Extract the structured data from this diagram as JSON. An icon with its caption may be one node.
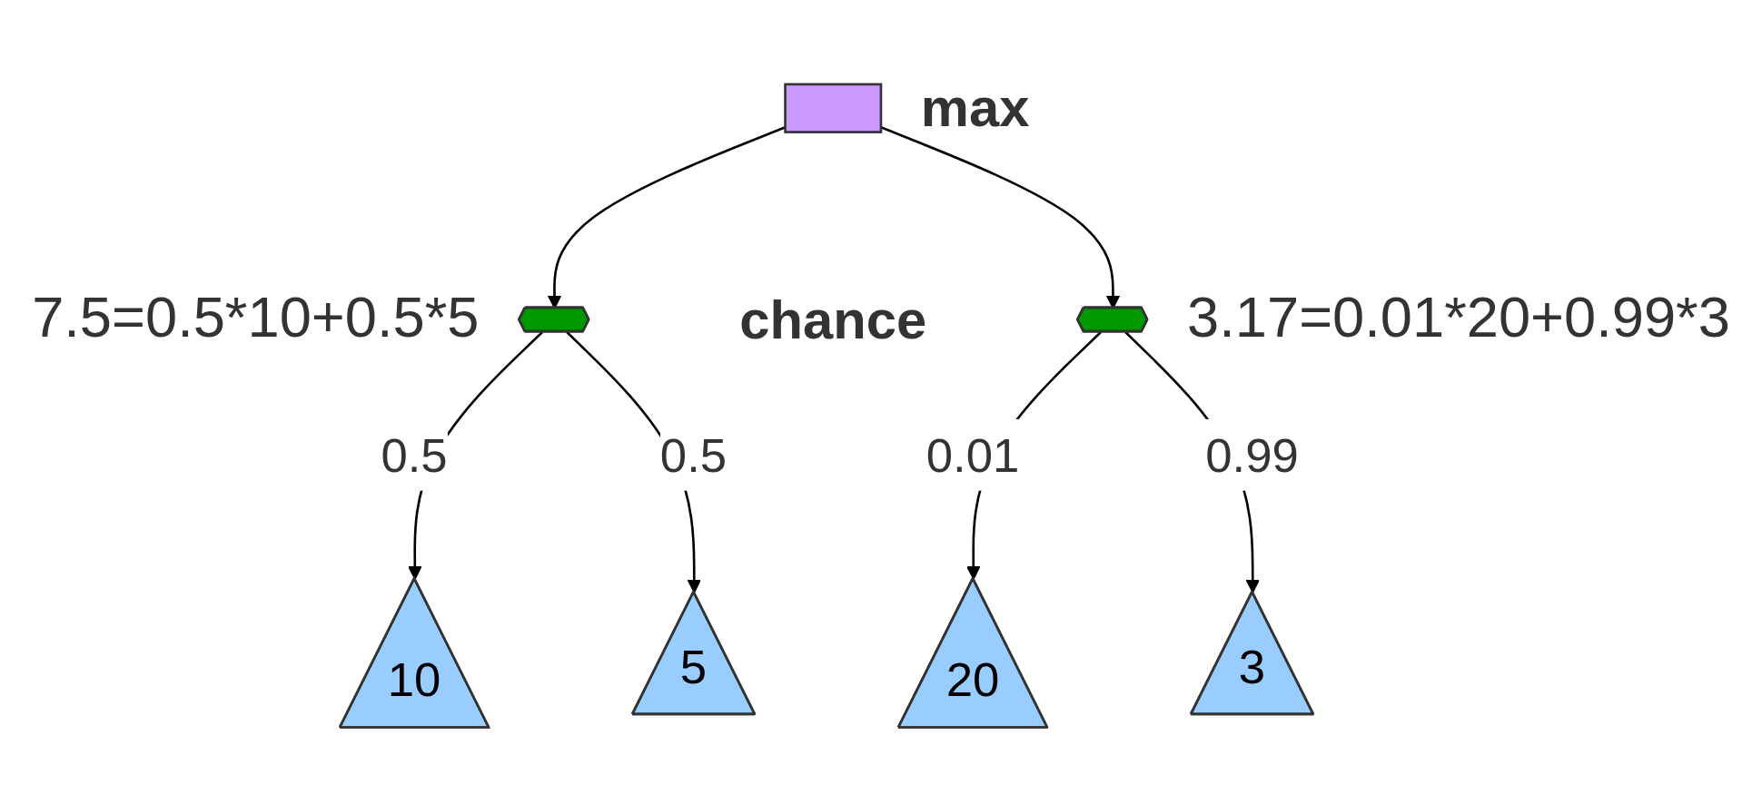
{
  "diagram": {
    "nodes": [
      {
        "text": [],
        "shape": "box",
        "beside": [
          "max"
        ]
      },
      {
        "text": [],
        "shape": "pentagon",
        "beside": [
          "7.5=0.5*10+0.5*5"
        ]
      },
      {
        "text": [],
        "shape": "pentagon",
        "beside": [
          "3.17=0.01*20+0.99*3"
        ]
      },
      {
        "text": [
          "10"
        ]
      },
      {
        "text": [
          "5"
        ]
      },
      {
        "text": [
          "20"
        ]
      },
      {
        "text": [
          "3"
        ]
      }
    ],
    "edges": [
      {
        "from": 0,
        "to": 1,
        "arrow": "to"
      },
      {
        "from": 0,
        "to": 2,
        "arrow": "to"
      },
      {
        "from": 1,
        "to": 3,
        "label": "0.5",
        "arrow": "to"
      },
      {
        "from": 1,
        "to": 4,
        "label": "0.5",
        "arrow": "to"
      },
      {
        "from": 2,
        "to": 5,
        "label": "0.01",
        "arrow": "to"
      },
      {
        "from": 2,
        "to": 6,
        "label": "0.99",
        "arrow": "to"
      }
    ],
    "labels": [
      "chance"
    ]
  }
}
